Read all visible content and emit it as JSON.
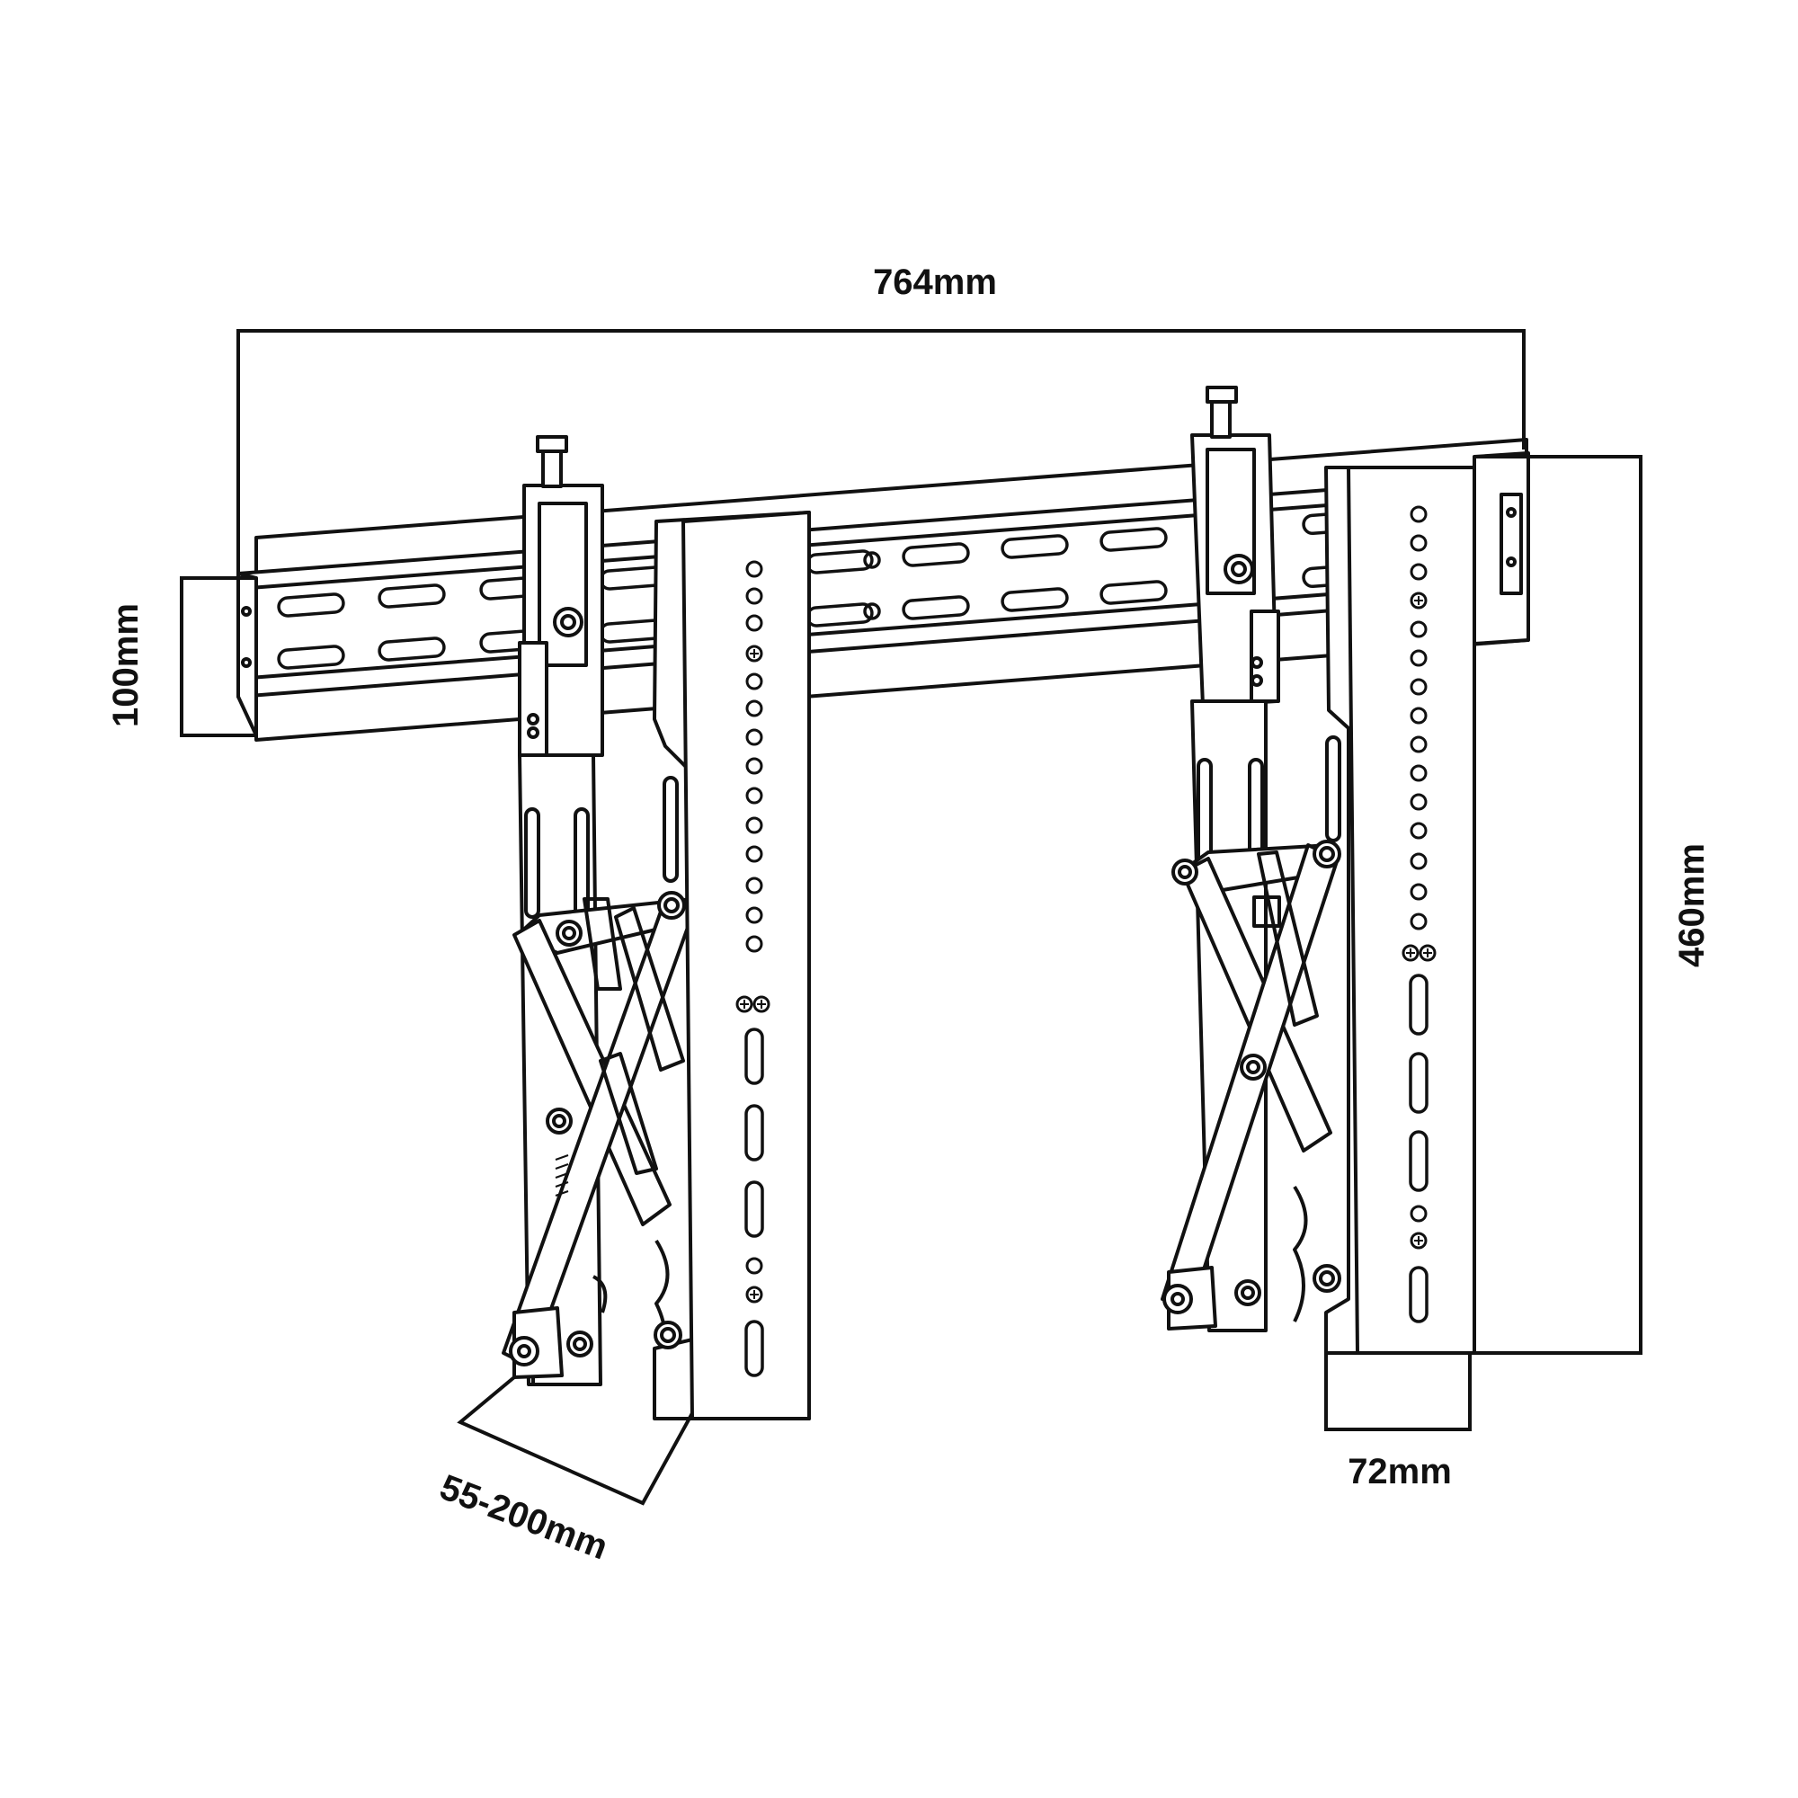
{
  "dimensions": {
    "width_total": "764mm",
    "rail_height": "100mm",
    "arm_height": "460mm",
    "arm_width": "72mm",
    "depth_range": "55-200mm"
  },
  "colors": {
    "line": "#111111",
    "background": "#ffffff"
  }
}
